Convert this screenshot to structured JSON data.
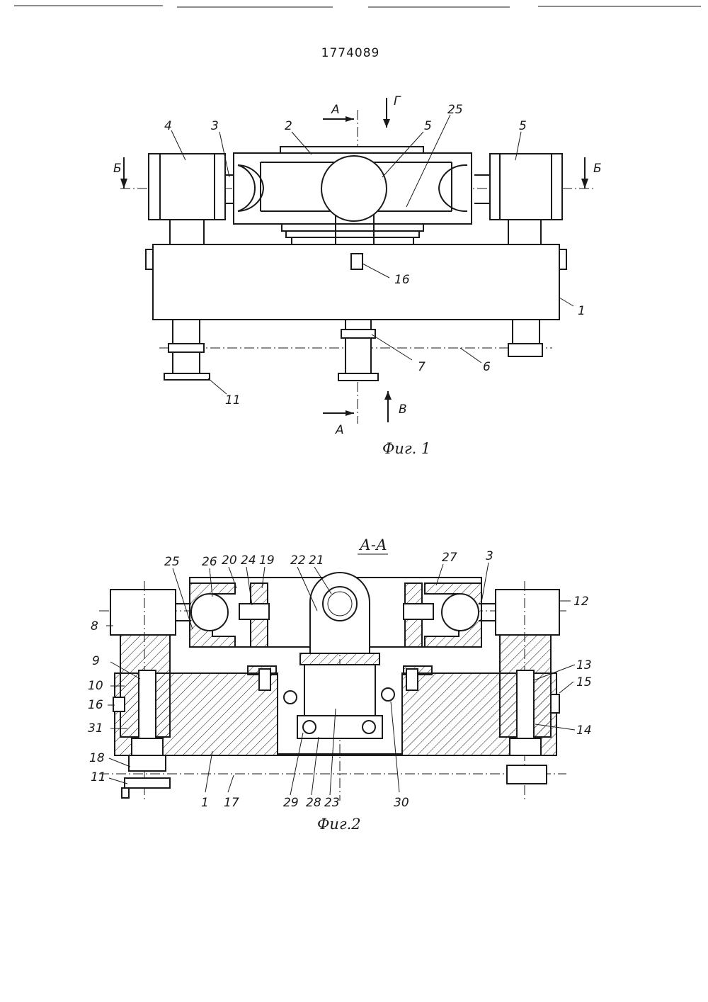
{
  "document": {
    "patent_number": "1774089"
  },
  "fig1": {
    "caption": "Фиг. 1",
    "section_a_top": "А",
    "section_a_bottom": "А",
    "view_g": "Г",
    "view_v": "В",
    "section_b_left": "Б",
    "section_b_right": "Б",
    "labels": {
      "l1": "1",
      "l2": "2",
      "l3": "3",
      "l4": "4",
      "l5a": "5",
      "l5b": "5",
      "l25": "25",
      "l16": "16",
      "l7": "7",
      "l6": "6",
      "l11": "11"
    }
  },
  "fig2": {
    "caption": "Фиг.2",
    "section_title": "А-А",
    "labels": {
      "l25": "25",
      "l26": "26",
      "l20": "20",
      "l24": "24",
      "l19": "19",
      "l22": "22",
      "l21": "21",
      "l27": "27",
      "l3": "3",
      "l12": "12",
      "l8": "8",
      "l9": "9",
      "l10": "10",
      "l16": "16",
      "l31": "31",
      "l18": "18",
      "l11": "11",
      "l1": "1",
      "l17": "17",
      "l29": "29",
      "l28": "28",
      "l23": "23",
      "l30": "30",
      "l13": "13",
      "l15": "15",
      "l14": "14"
    }
  }
}
